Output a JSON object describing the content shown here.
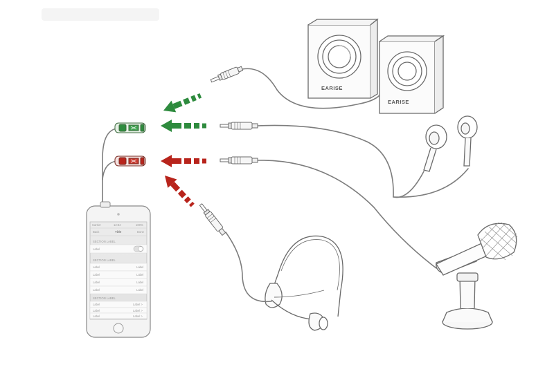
{
  "colors": {
    "green_arrow": "#2e8b3e",
    "red_arrow": "#b8241c",
    "line": "#6f6f6f",
    "phone_body": "#f1f1f1"
  },
  "speakers": {
    "brand_left": "EARISE",
    "brand_right": "EARISE"
  },
  "phone": {
    "status_left": "Carrier",
    "status_center": "12:34",
    "status_right": "100%",
    "nav_back": "Back",
    "nav_title": "Title",
    "nav_done": "Done",
    "groups": [
      {
        "header": "SECTION LABEL",
        "rows": [
          {
            "left": "Label",
            "right": "toggle"
          }
        ]
      },
      {
        "header": "SECTION LABEL",
        "rows": [
          {
            "left": "Label",
            "right": "Label"
          },
          {
            "left": "Label",
            "right": "Label"
          },
          {
            "left": "Label",
            "right": "Label"
          },
          {
            "left": "Label",
            "right": "Label"
          }
        ]
      },
      {
        "header": "SECTION LABEL",
        "rows": [
          {
            "left": "Label",
            "right": "Label >"
          },
          {
            "left": "Label",
            "right": "Label >"
          },
          {
            "left": "Label",
            "right": "Label >"
          }
        ]
      }
    ]
  },
  "icons": {
    "speakers": "speaker-pair-icon",
    "earbuds": "earphones-icon",
    "microphone": "stand-microphone-icon",
    "headset": "headset-microphone-icon",
    "splitter_green": "headphone-jack-splitter-icon",
    "splitter_red": "mic-jack-splitter-icon"
  }
}
